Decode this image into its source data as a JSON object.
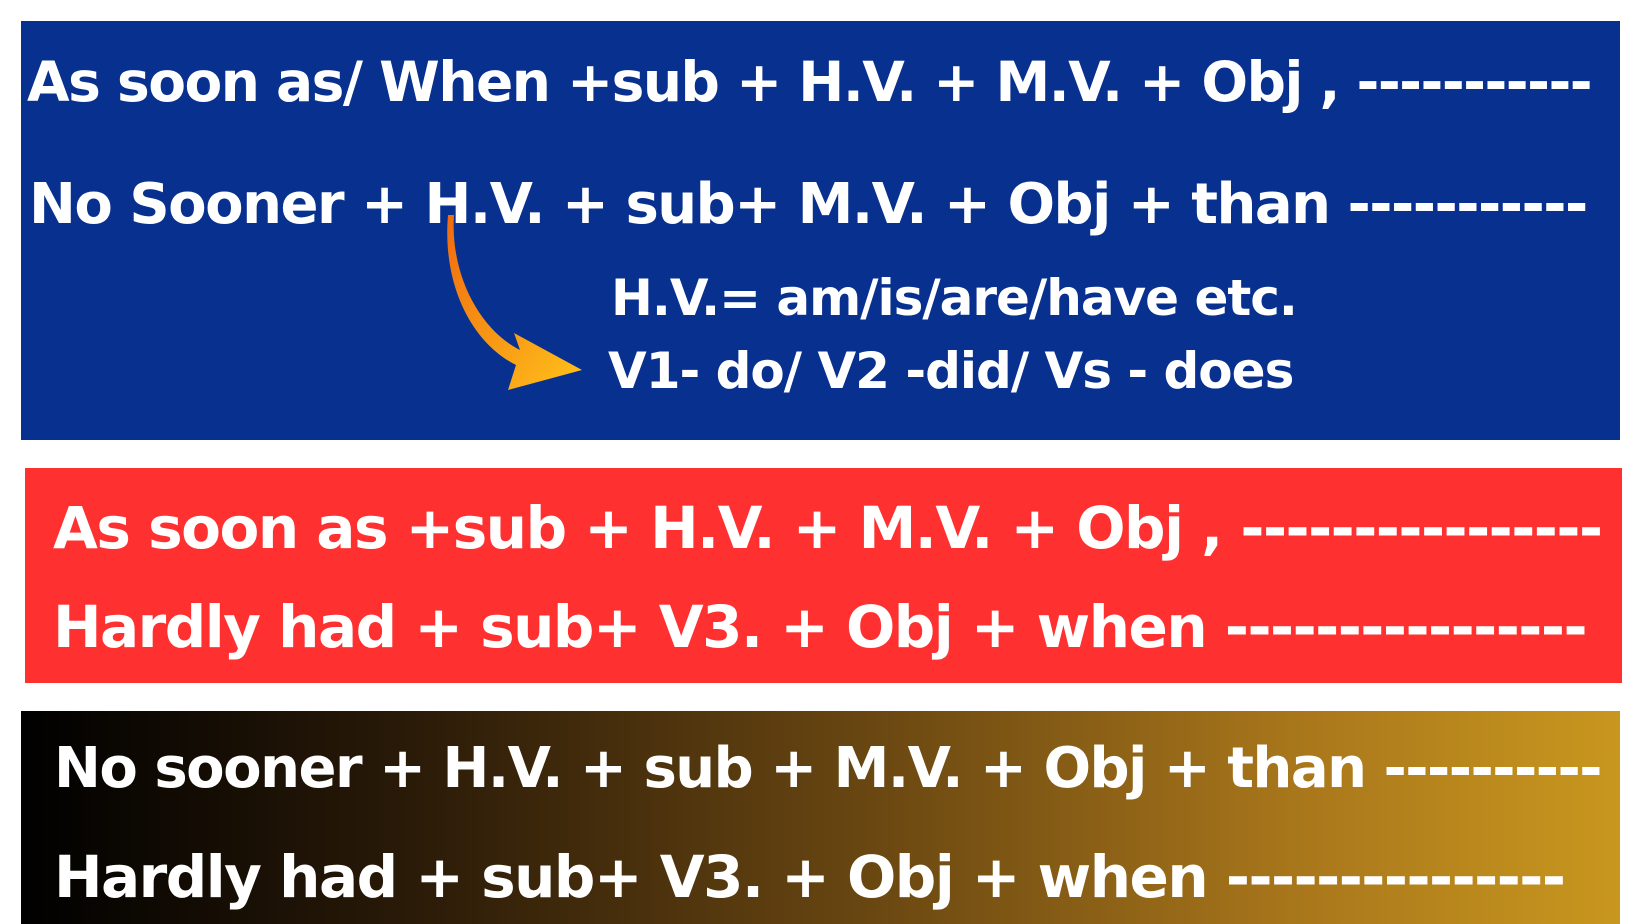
{
  "panels": {
    "blue": {
      "line1": "As soon as/ When +sub + H.V. + M.V. + Obj , -----------",
      "line2": "No Sooner + H.V.  + sub+ M.V. + Obj + than -----------",
      "note1": "H.V.= am/is/are/have etc.",
      "note2": "V1- do/ V2 -did/ Vs - does",
      "color": "#08308f"
    },
    "red": {
      "line1": "As soon as +sub + H.V. + M.V. + Obj , ----------------",
      "line2": "Hardly had  + sub+ V3. + Obj + when ----------------",
      "color": "#ff3030"
    },
    "gradient": {
      "line1": "No sooner + H.V. + sub + M.V. + Obj + than ----------",
      "line2": "Hardly had  + sub+ V3. + Obj + when  ---------------",
      "color_start": "#000000",
      "color_end": "#c8971e"
    }
  },
  "arrow": {
    "icon": "curved-arrow-icon",
    "color_start": "#f06a10",
    "color_end": "#ffc21a"
  }
}
